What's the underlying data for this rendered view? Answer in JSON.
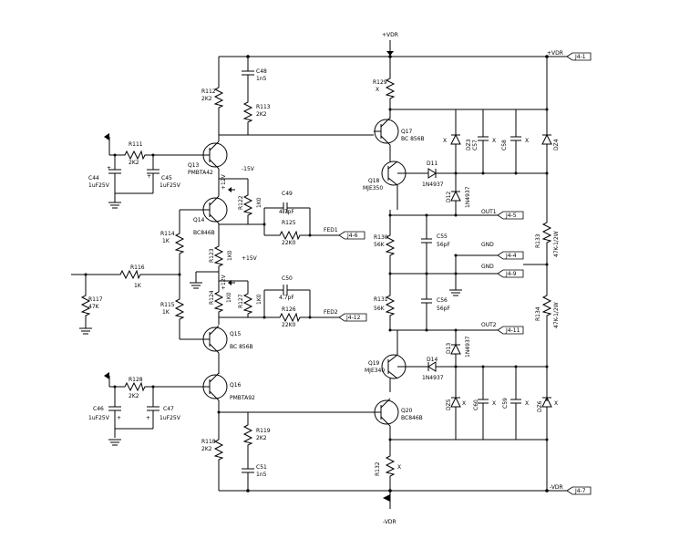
{
  "rails": {
    "top_label": "+VDR",
    "bottom_label": "-VDR",
    "top_right_label": "+VDR",
    "bottom_right_label": "-VDR",
    "connector_top": "J4-1",
    "connector_bottom": "J4-7"
  },
  "connectors": {
    "fed1": "FED1",
    "fed1_pin": "J4-6",
    "fed2": "FED2",
    "fed2_pin": "J4-12",
    "out1": "OUT1",
    "out1_pin": "J4-5",
    "gnd1": "GND",
    "gnd1_pin": "J4-4",
    "gnd2": "GND",
    "gnd2_pin": "J4-9",
    "out2": "OUT2",
    "out2_pin": "J4-11"
  },
  "supplies": {
    "minus15": "-15V",
    "plus15": "+15V",
    "plus12a": "+12V",
    "plus12b": "+12V"
  },
  "components": {
    "r112": "R112",
    "r112v": "2K2",
    "c48": "C48",
    "c48v": "1n5",
    "r113": "R113",
    "r113v": "2K2",
    "r129": "R129",
    "r129v": "X",
    "q17": "Q17",
    "q17v": "BC 856B",
    "r111": "R111",
    "r111v": "2K2",
    "q13": "Q13",
    "q13v": "PMBTA42",
    "c44": "C44",
    "c44v": "1uF25V",
    "c45": "C45",
    "c45v": "1uF25V",
    "q18": "Q18",
    "q18v": "MJE350",
    "d11": "D11",
    "d11v": "1N4937",
    "dz3": "DZ3",
    "c57": "C57",
    "c58": "C58",
    "dz4": "DZ4",
    "d12": "D12",
    "d12v": "1N4937",
    "r122": "R122",
    "r122v": "1K0",
    "c49": "C49",
    "c49v": "4.7pF",
    "q14": "Q14",
    "q14v": "BC846B",
    "r125": "R125",
    "r125v": "22K0",
    "r114": "R114",
    "r114v": "1K",
    "r123": "R123",
    "r123v": "1K0",
    "r130": "R130",
    "r130v": "56K",
    "c55": "C55",
    "c55v": "56pF",
    "r133": "R133",
    "r133v": "47K-1/2W",
    "r116": "R116",
    "r116v": "1K",
    "r117": "R117",
    "r117v": "47K",
    "c50": "C50",
    "c50v": "4.7pF",
    "r124": "R124",
    "r124v": "1K0",
    "r127": "R127",
    "r127v": "1K0",
    "r115": "R115",
    "r115v": "1K",
    "r126": "R126",
    "r126v": "22K0",
    "r131": "R131",
    "r131v": "56K",
    "c56": "C56",
    "c56v": "56pF",
    "r134": "R134",
    "r134v": "47K-1/2W",
    "q15": "Q15",
    "q15v": "BC 856B",
    "d13": "D13",
    "d13v": "1N4937",
    "q19": "Q19",
    "q19v": "MJE340",
    "d14": "D14",
    "d14v": "1N4937",
    "r128": "R128",
    "r128v": "2K2",
    "q16": "Q16",
    "q16v": "PMBTA92",
    "c46": "C46",
    "c46v": "1uF25V",
    "c47": "C47",
    "c47v": "1uF25V",
    "dz5": "DZ5",
    "c60": "C60",
    "c59": "C59",
    "dz6": "DZ6",
    "q20": "Q20",
    "q20v": "BC846B",
    "r118": "R118",
    "r118v": "2K2",
    "r119": "R119",
    "r119v": "2K2",
    "c51": "C51",
    "c51v": "1n5",
    "r132": "R132",
    "r132v": "X",
    "x": "X"
  },
  "polarity": {
    "plus": "+"
  }
}
